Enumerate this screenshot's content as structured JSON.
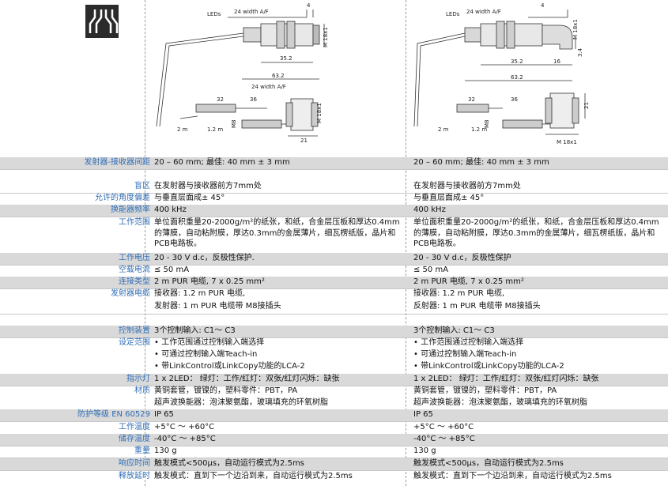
{
  "drawing_left": {
    "leds": "LEDs",
    "width_top": "24 width A/F",
    "dim4": "4",
    "dim_m18": "M 18x1",
    "dim352": "35.2",
    "dim632": "63.2",
    "width_mid": "24 width A/F",
    "dim32": "32",
    "dim36": "36",
    "dim_m18b": "M 18x1",
    "dim_m8": "M8",
    "dim21": "21",
    "cable2m": "2 m",
    "cable12m": "1.2 m"
  },
  "drawing_right": {
    "leds": "LEDs",
    "width_top": "24 width A/F",
    "dim4": "4",
    "dim_m18": "M 18x1",
    "dim34": "3.4",
    "dim352": "35.2",
    "dim16": "16",
    "dim632": "63.2",
    "dim21": "21",
    "dim32": "32",
    "dim36": "36",
    "dim_m8": "M8",
    "dim_m18b": "M 18x1",
    "cable2m": "2 m",
    "cable12m": "1.2 m"
  },
  "rows": [
    {
      "label": "发射器-接收器间距",
      "c1": "20 – 60 mm; 最佳: 40 mm ± 3 mm",
      "c2": "20 – 60 mm; 最佳: 40 mm ± 3 mm"
    },
    {
      "label": "盲区",
      "c1": "在发射器与接收器前方7mm处",
      "c2": "在发射器与接收器前方7mm处"
    },
    {
      "label": "允许的角度偏差",
      "c1": "与垂直层面成± 45°",
      "c2": "与垂直层面成± 45°"
    },
    {
      "label": "换能器频率",
      "c1": "400 kHz",
      "c2": "400 kHz"
    },
    {
      "label": "工作范围",
      "c1": "单位面积重量20-2000g/m²的纸张，和纸，合金层压板和厚达0.4mm的薄膜，自动粘附膜，厚达0.3mm的金属薄片，细瓦楞纸版，晶片和PCB电路板。",
      "c2": "单位面积重量20-2000g/m²的纸张，和纸，合金层压板和厚达0.4mm的薄膜，自动粘附膜，厚达0.3mm的金属薄片，细瓦楞纸版，晶片和PCB电路板。"
    },
    {
      "label": "工作电压",
      "c1": "20 - 30 V d.c，反极性保护.",
      "c2": "20 - 30 V d.c，反极性保护"
    },
    {
      "label": "空载电流",
      "c1": "≤ 50 mA",
      "c2": "≤ 50 mA"
    },
    {
      "label": "连接类型",
      "c1": "2 m PUR 电缆, 7 x 0.25 mm²",
      "c2": "2 m PUR 电缆, 7 x 0.25 mm²"
    },
    {
      "label": "发射器电缆",
      "c1": "接收器: 1.2 m PUR 电缆,",
      "c2": "接收器: 1.2 m PUR 电缆,"
    },
    {
      "label": "",
      "c1": "发射器: 1 m PUR 电缆带 M8接插头",
      "c2": "反射器: 1 m PUR 电缆带 M8接插头"
    },
    {
      "label": "控制装置",
      "c1": "3个控制输入: C1～ C3",
      "c2": "3个控制输入: C1～ C3"
    },
    {
      "label": "设定范围",
      "c1": "• 工作范围通过控制输入端选择",
      "c2": "• 工作范围通过控制输入端选择"
    },
    {
      "label": "",
      "c1": "• 可通过控制输入端Teach-in",
      "c2": "• 可通过控制输入端Teach-in"
    },
    {
      "label": "",
      "c1": "• 带LinkControl或LinkCopy功能的LCA-2",
      "c2": "• 带LinkControl或LinkCopy功能的LCA-2"
    },
    {
      "label": "指示灯",
      "c1": "1 x 2LED： 绿灯：工作/红灯：双张/红灯闪烁：缺张",
      "c2": "1 x 2LED： 绿灯：工作/红灯：双张/红灯闪烁：缺张"
    },
    {
      "label": "材质",
      "c1": "黄铜套管，镀镍的，塑料零件：PBT，PA",
      "c2": "黄铜套管，镀镍的，塑料零件：PBT，PA"
    },
    {
      "label": "",
      "c1": "超声波换能器：泡沫聚氨酯，玻璃填充的环氧树脂",
      "c2": "超声波换能器：泡沫聚氨酯，玻璃填充的环氧树脂"
    },
    {
      "label": "防护等级  EN 60529",
      "c1": "IP 65",
      "c2": "IP 65"
    },
    {
      "label": "工作温度",
      "c1": "+5°C ～ +60°C",
      "c2": "+5°C ～ +60°C"
    },
    {
      "label": "储存温度",
      "c1": "-40°C ～ +85°C",
      "c2": "-40°C ～ +85°C"
    },
    {
      "label": "重量",
      "c1": "130 g",
      "c2": "130 g"
    },
    {
      "label": "响应时间",
      "c1": "触发模式<500μs，自动运行模式为2.5ms",
      "c2": "触发模式<500μs，自动运行模式为2.5ms"
    },
    {
      "label": "释放延时",
      "c1": "触发模式：直到下一个边沿到来，自动运行模式为2.5ms",
      "c2": "触发模式：直到下一个边沿到来，自动运行模式为2.5ms"
    }
  ]
}
